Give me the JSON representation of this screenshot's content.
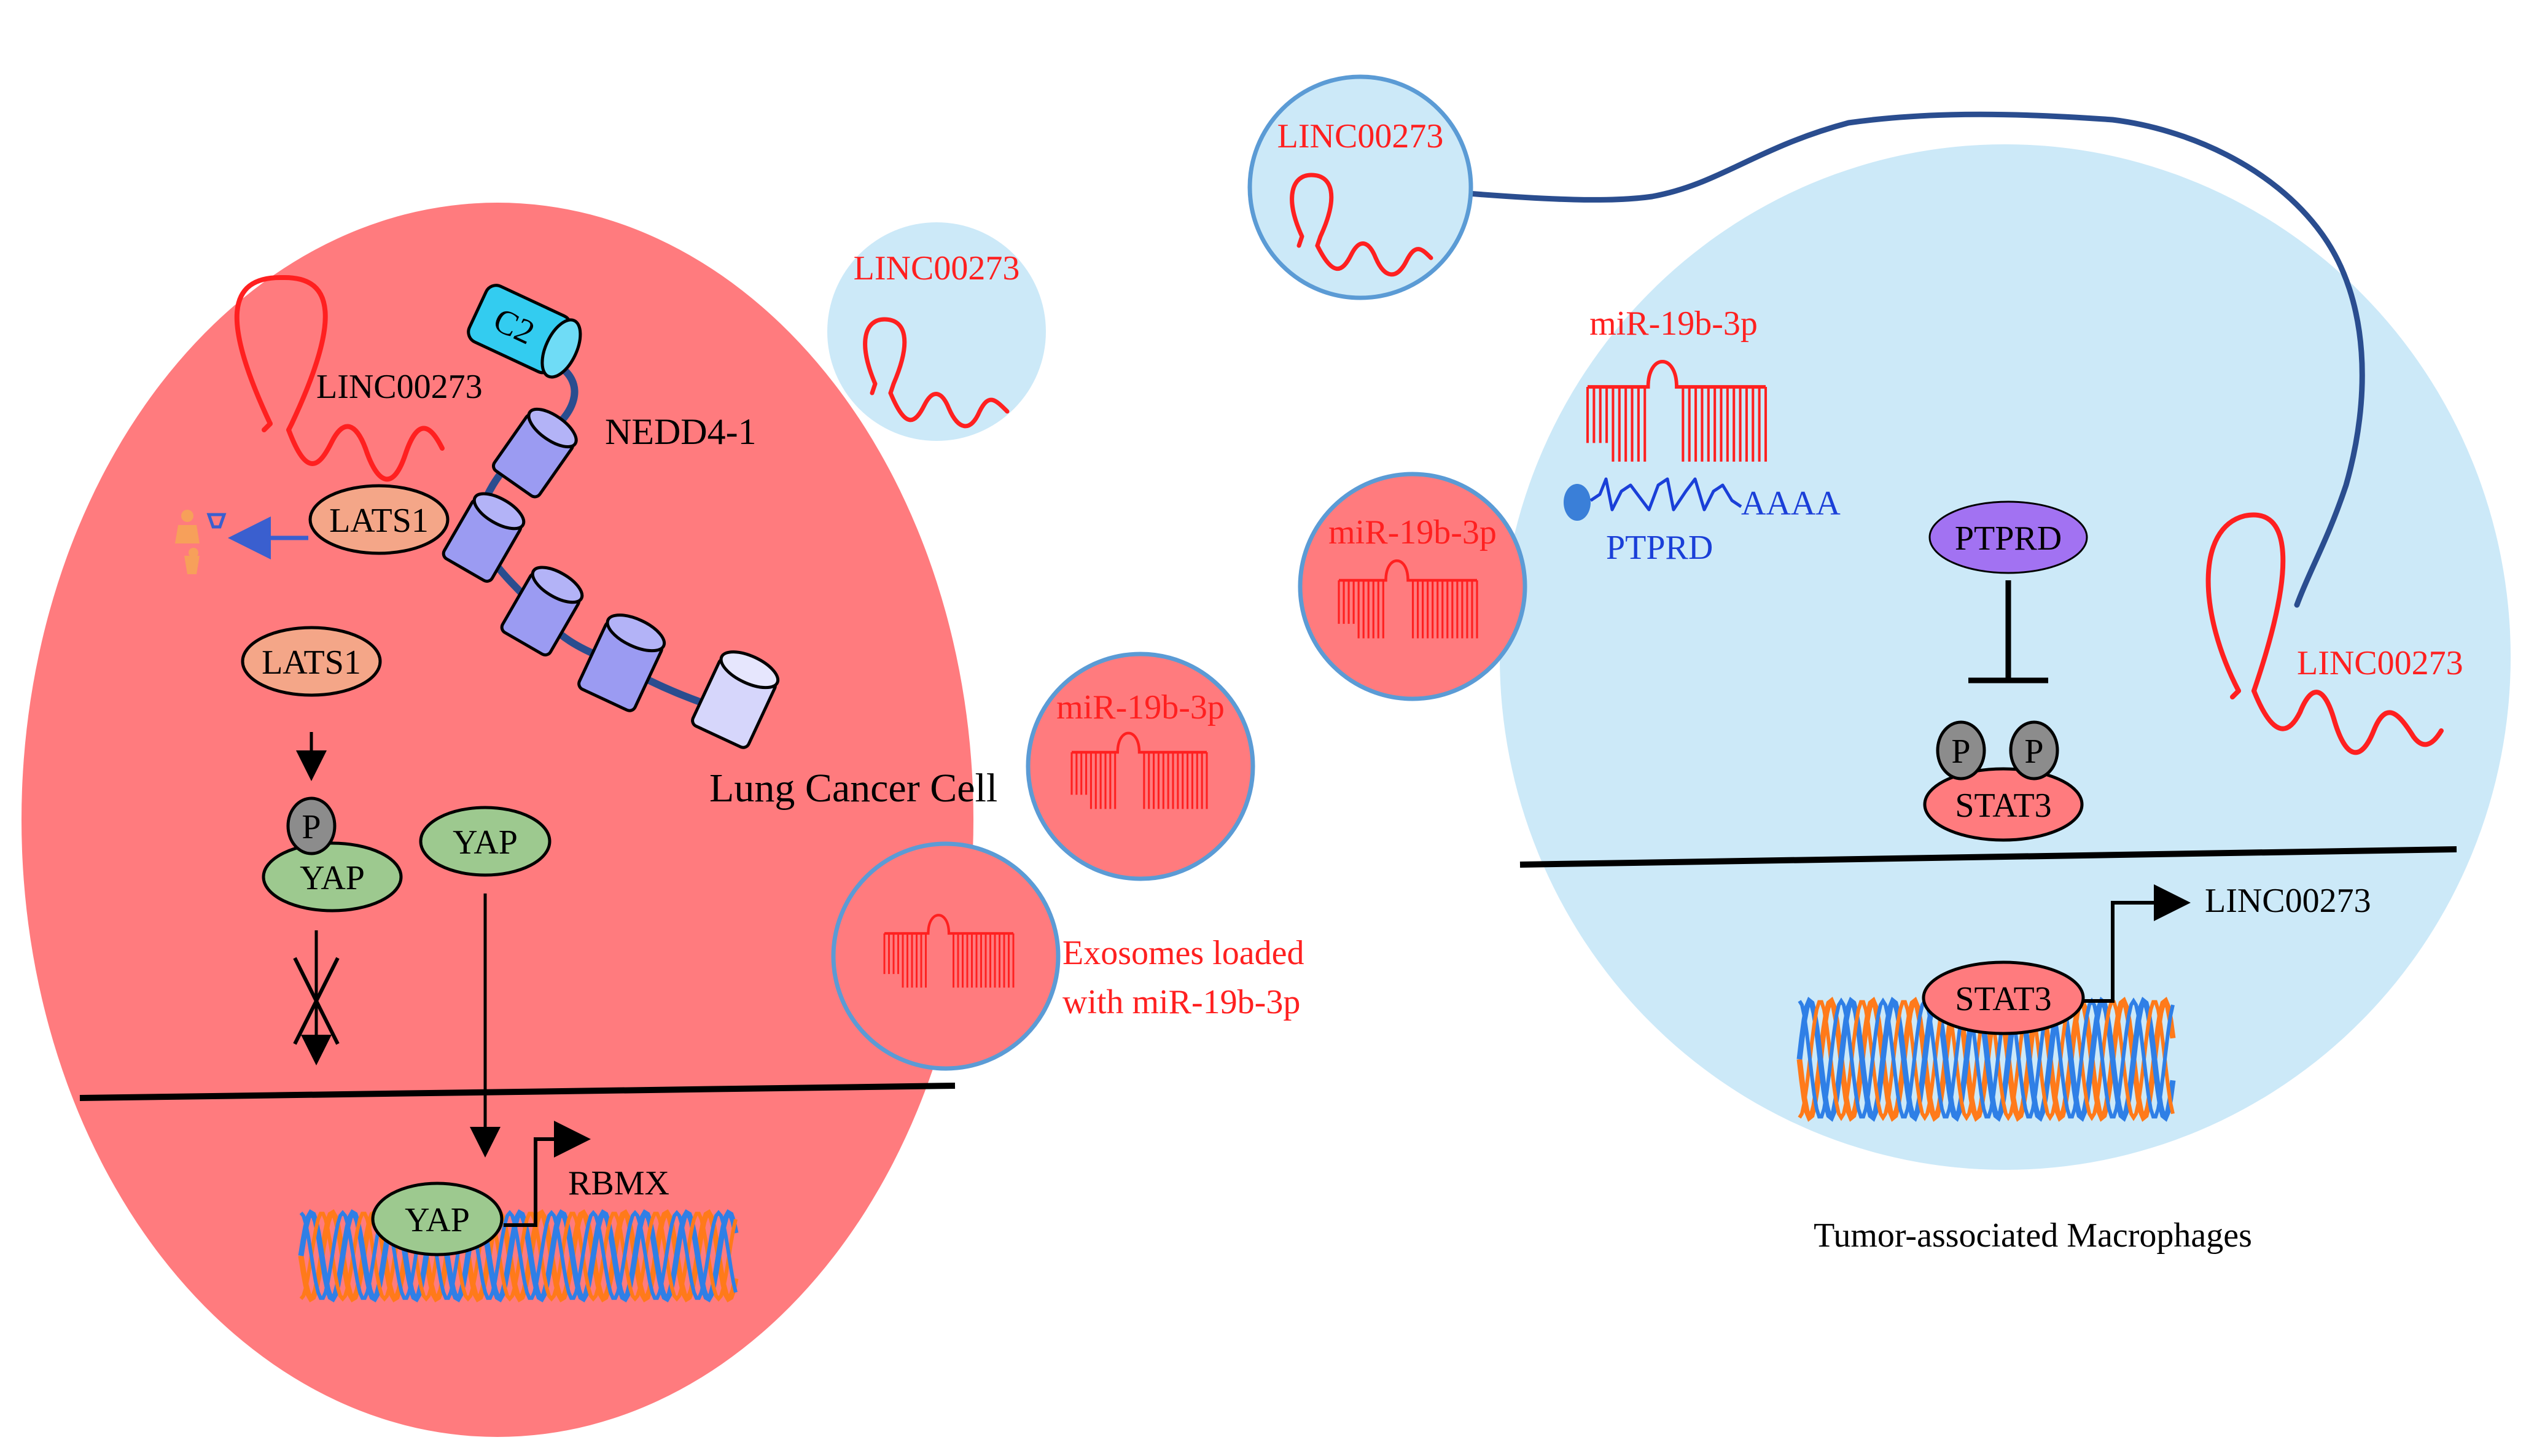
{
  "colors": {
    "cancer_cell_fill": "#ff7b7e",
    "macrophage_fill": "#cce9f8",
    "exosome_stroke": "#5b9bd5",
    "rna_red": "#ff2020",
    "nedd4_purple": "#9b9bf2",
    "c2_cyan": "#33ccf0",
    "lats1_fill": "#f4a688",
    "yap_fill": "#9dc98f",
    "phospho_grey": "#8c8c8c",
    "ptprd_fill": "#a272f2",
    "ptprd_mrna_blue": "#1a3fd8",
    "fiber_navy": "#2a4d8f",
    "dna_orange": "#ff7a1a",
    "dna_blue": "#2f7fe6"
  },
  "cancer_cell": {
    "linc_label": "LINC00273",
    "c2_label": "C2",
    "nedd4_label": "NEDD4-1",
    "lats1_top": "LATS1",
    "lats1_mid": "LATS1",
    "p_label": "P",
    "yap_phospho": "YAP",
    "yap_free": "YAP",
    "yap_nucleus": "YAP",
    "rbmx_label": "RBMX",
    "cell_label": "Lung Cancer Cell"
  },
  "exosomes": {
    "linc_top_label": "LINC00273",
    "mir_label": "miR-19b-3p",
    "loaded_line1": "Exosomes loaded",
    "loaded_line2": "with miR-19b-3p",
    "linc_macro_label": "LINC00273",
    "mir_macro_label": "miR-19b-3p"
  },
  "macrophage": {
    "mir_label": "miR-19b-3p",
    "ptprd_mrna_label": "PTPRD",
    "polya_label": "AAAA",
    "ptprd_protein_label": "PTPRD",
    "p_left": "P",
    "p_right": "P",
    "stat3_top": "STAT3",
    "stat3_nucleus": "STAT3",
    "linc_output_label": "LINC00273",
    "linc_inside_label": "LINC00273",
    "cell_label": "Tumor-associated Macrophages"
  }
}
